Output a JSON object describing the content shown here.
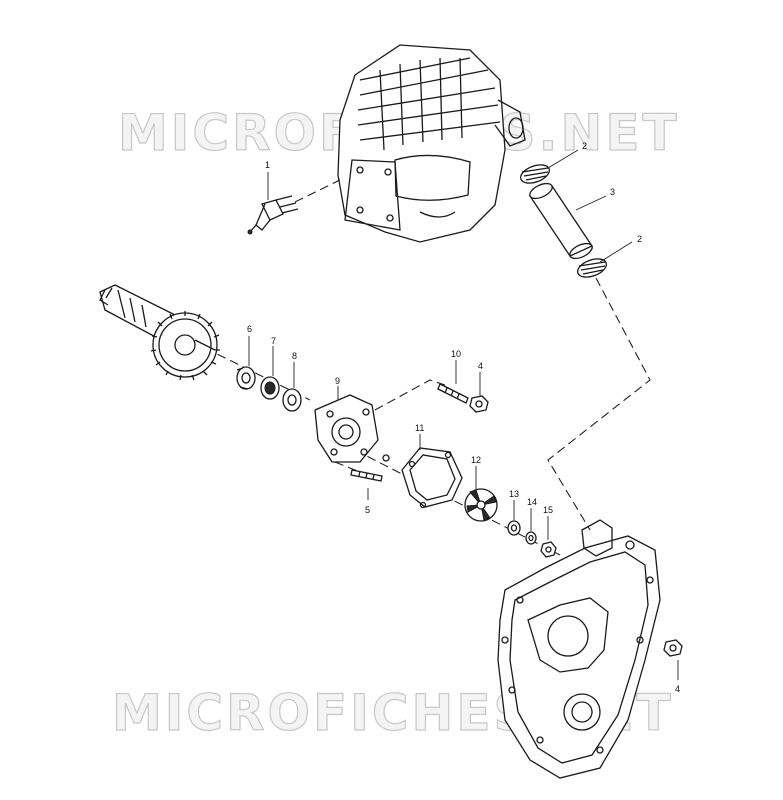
{
  "watermarks": {
    "top": "MICROFICHES.NET",
    "bottom": "MICROFICHES.NET"
  },
  "callouts": {
    "c1": "1",
    "c2a": "2",
    "c2b": "2",
    "c3": "3",
    "c4a": "4",
    "c4b": "4",
    "c5": "5",
    "c6": "6",
    "c7": "7",
    "c8": "8",
    "c9": "9",
    "c10": "10",
    "c11": "11",
    "c12": "12",
    "c13": "13",
    "c14": "14",
    "c15": "15"
  },
  "colors": {
    "line": "#1a1a1a",
    "watermark_stroke": "#c8c8c8",
    "background": "#ffffff"
  }
}
